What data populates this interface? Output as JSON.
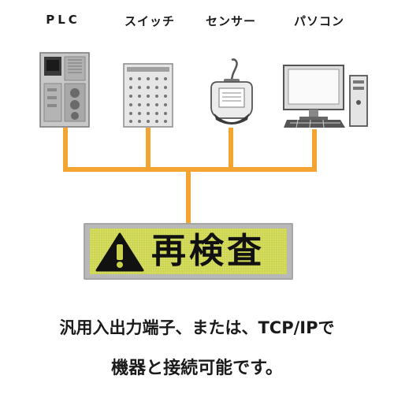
{
  "devices": {
    "plc_label": "PLC",
    "switch_label": "スイッチ",
    "sensor_label": "センサー",
    "pc_label": "パソコン"
  },
  "icons": [
    "plc-icon",
    "switch-icon",
    "sensor-icon",
    "pc-icon",
    "warning-icon"
  ],
  "colors": {
    "wire": "#f4a531",
    "sign_background": "#c9d24a",
    "sign_frame": "#b8b8b8"
  },
  "display": {
    "text": "再検査"
  },
  "caption": {
    "line1": "汎用入出力端子、または、TCP/IPで",
    "line2": "機器と接続可能です。"
  }
}
